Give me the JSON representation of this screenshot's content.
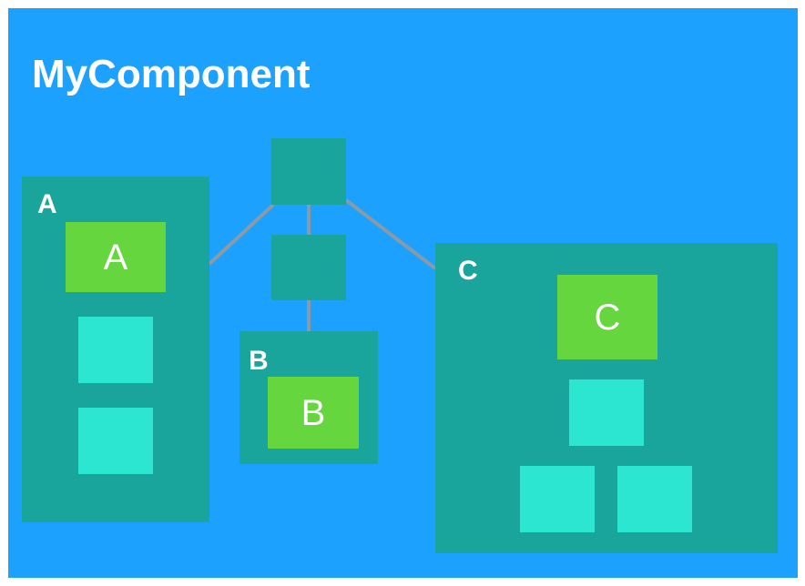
{
  "diagram": {
    "title": "MyComponent",
    "colors": {
      "background": "#1da1ff",
      "panel": "#19a59c",
      "element": "#2de6d2",
      "component": "#66d63e",
      "connector": "#8a9aa6",
      "text": "#ffffff"
    },
    "panels": {
      "a": {
        "label": "A",
        "component_label": "A"
      },
      "b": {
        "label": "B",
        "component_label": "B"
      },
      "c": {
        "label": "C",
        "component_label": "C"
      }
    }
  }
}
